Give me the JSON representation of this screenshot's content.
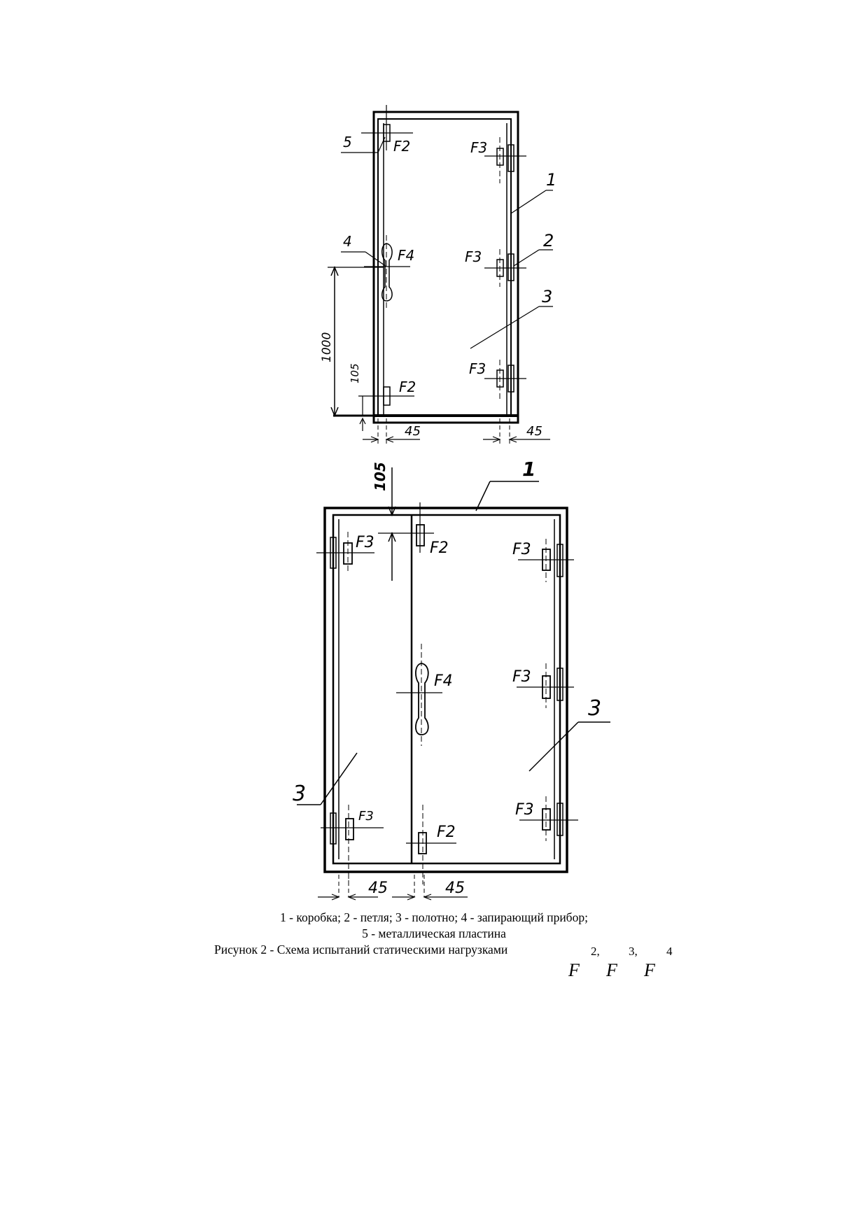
{
  "drawing_single": {
    "labels": {
      "frame": "1",
      "hinge": "2",
      "leaf": "3",
      "lock": "4",
      "plate": "5"
    },
    "forces": {
      "f2": "F2",
      "f3": "F3",
      "f4": "F4"
    },
    "dims": {
      "height": "1000",
      "hinge_offset": "105",
      "edge_left": "45",
      "edge_right": "45"
    }
  },
  "drawing_double": {
    "labels": {
      "frame": "1",
      "leaf_left": "3",
      "leaf_right": "3"
    },
    "forces": {
      "f2": "F2",
      "f3": "F3",
      "f4": "F4"
    },
    "dims": {
      "top_offset": "105",
      "edge_left": "45",
      "edge_mid": "45"
    }
  },
  "caption": {
    "legend_line1": "1 - коробка; 2 - петля; 3 - полотно; 4 - запирающий прибор;",
    "legend_line2": "5 - металлическая пластина",
    "title": "Рисунок 2 - Схема испытаний статическими нагрузками",
    "symbols": [
      {
        "main": "F",
        "sub": "2,"
      },
      {
        "main": "F",
        "sub": "3,"
      },
      {
        "main": "F",
        "sub": "4"
      }
    ]
  }
}
